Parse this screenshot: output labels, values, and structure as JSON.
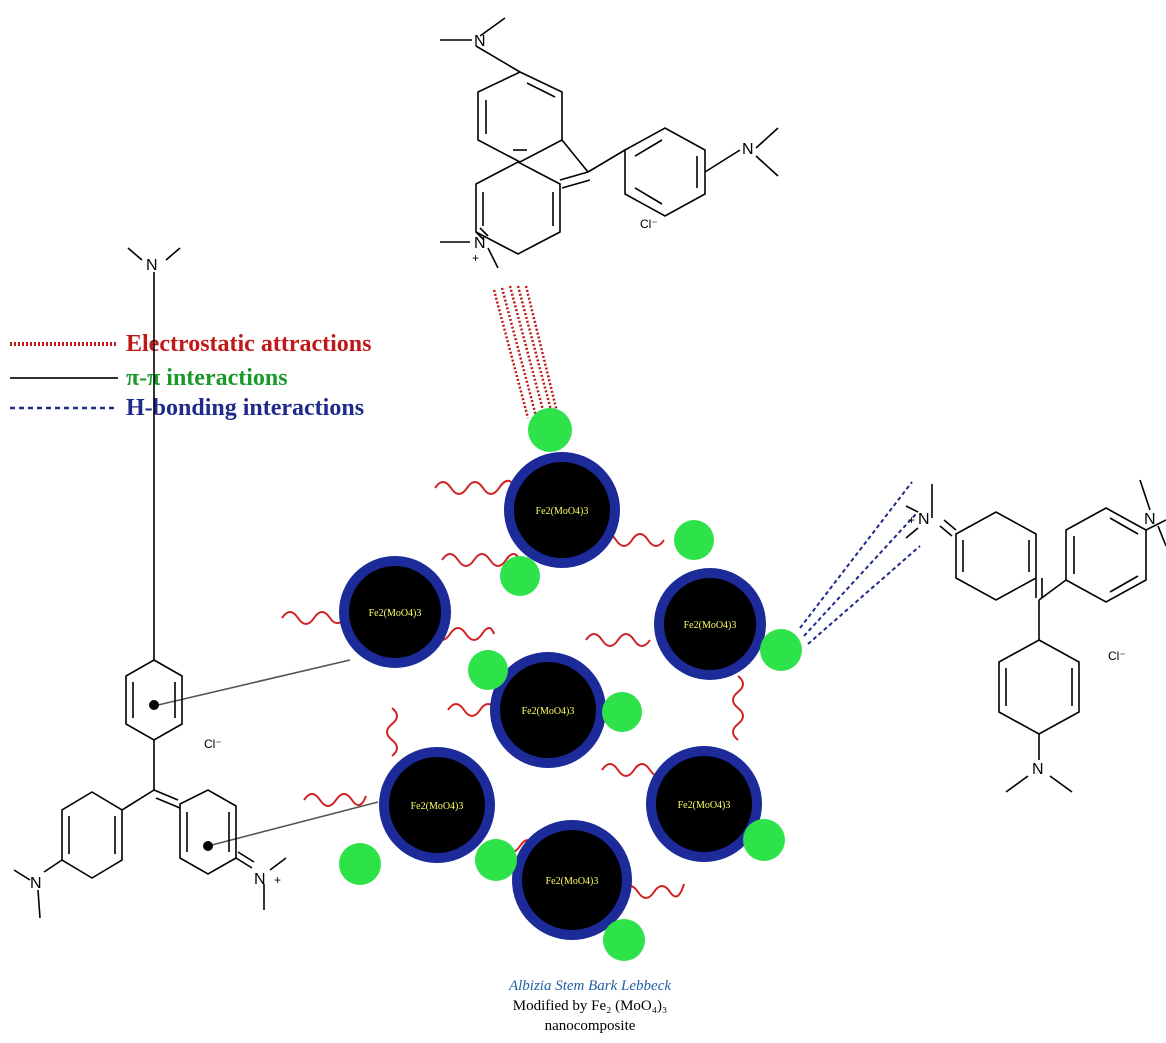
{
  "legend": {
    "electrostatic": {
      "label": "Electrostatic attractions",
      "color": "#c01818"
    },
    "pi_pi": {
      "label": "π-π interactions",
      "color": "#1a9a2a"
    },
    "h_bonding": {
      "label": "H-bonding interactions",
      "color": "#1e2a8c"
    }
  },
  "nanoparticle_label": "Fe2(MoO4)3",
  "molecule": {
    "chloride": "Cl⁻",
    "nitrogen": "N",
    "plus": "+"
  },
  "caption": {
    "line1": "Albizia Stem Bark Lebbeck",
    "line2": "Modified by Fe₂ (MoO₄)₃",
    "line3": "nanocomposite"
  },
  "colors": {
    "np_core": "#000000",
    "np_ring": "#1c2a9a",
    "np_dot": "#2ee24a",
    "wave": "#d22020"
  }
}
